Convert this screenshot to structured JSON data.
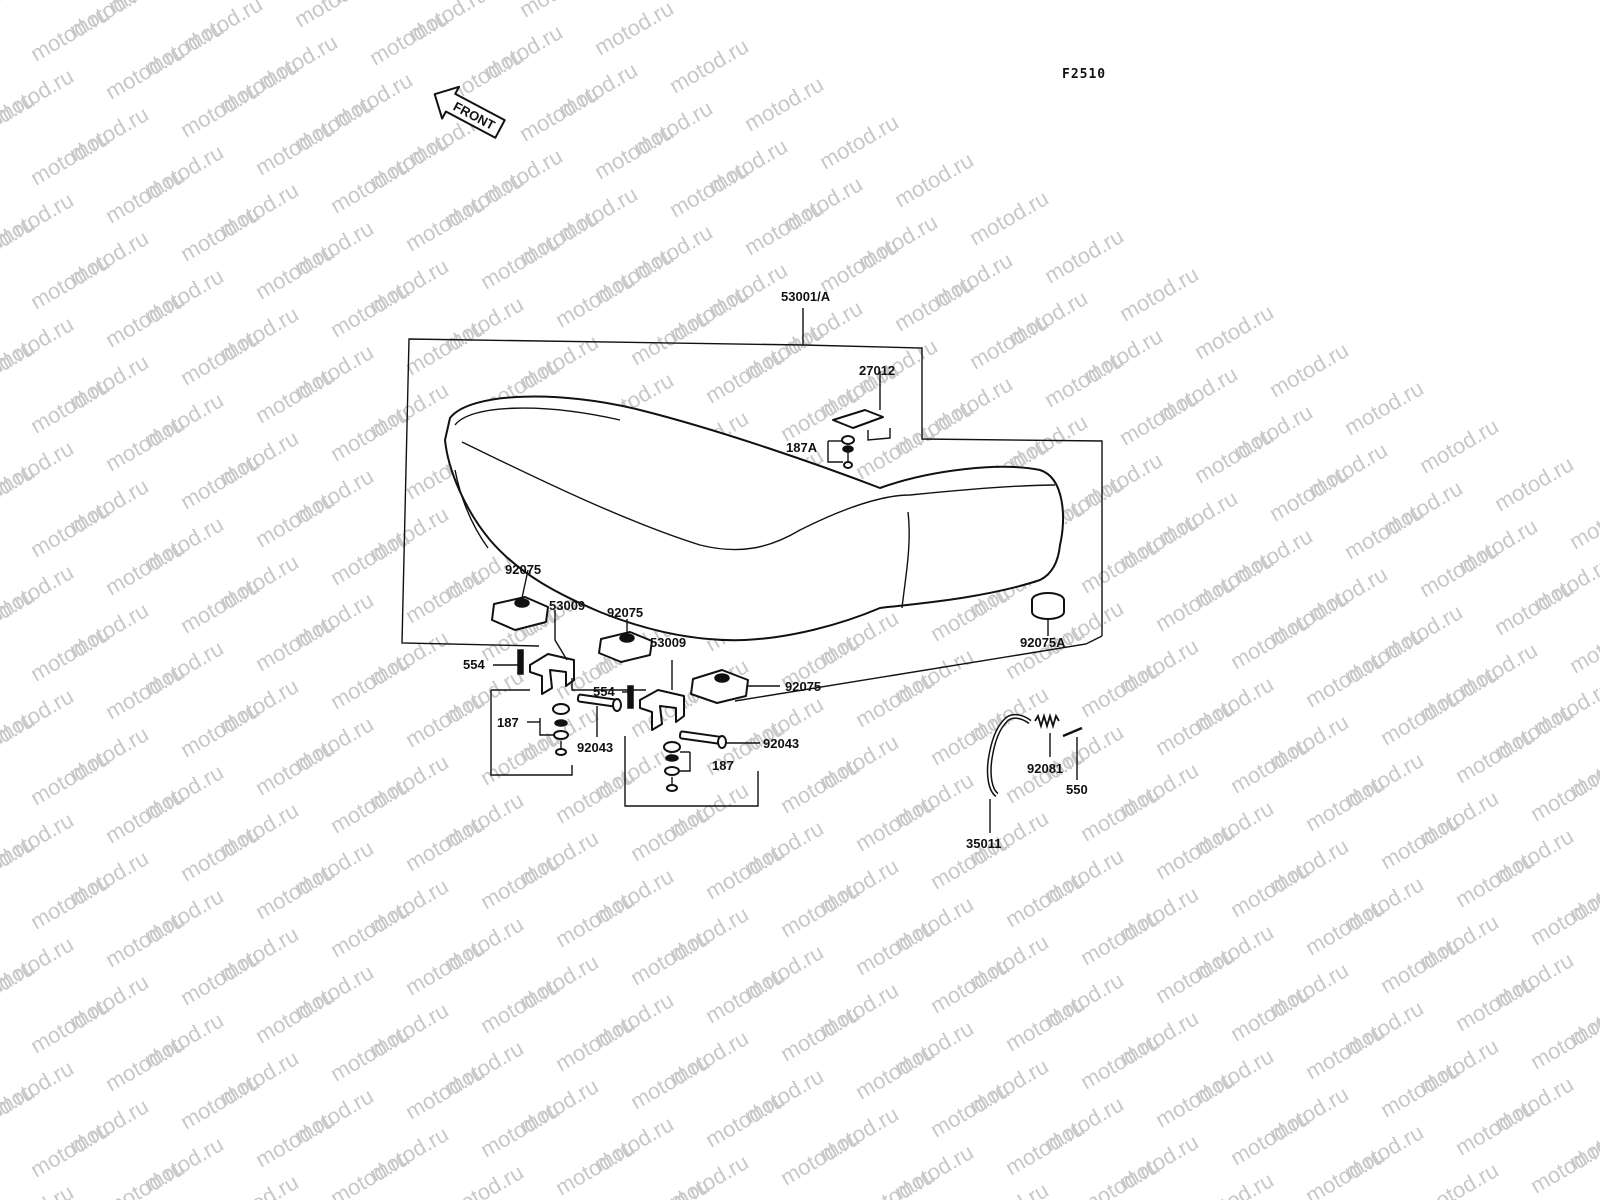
{
  "figure_code": "F2510",
  "front_label": "FRONT",
  "watermark": "motod.ru",
  "parts": {
    "seat": "53001/A",
    "bracket_top": "27012",
    "bolt_top": "187A",
    "damper_left": "92075",
    "hinge_left": "53009",
    "damper_middle": "92075",
    "hinge_right": "53009",
    "damper_right": "92075",
    "cap": "92075A",
    "pin_left": "554",
    "pin_right": "554",
    "bolts_left": "187",
    "bolts_right": "187",
    "collar_left": "92043",
    "collar_right": "92043",
    "spring": "92081",
    "pin_small": "550",
    "hook": "35011"
  }
}
